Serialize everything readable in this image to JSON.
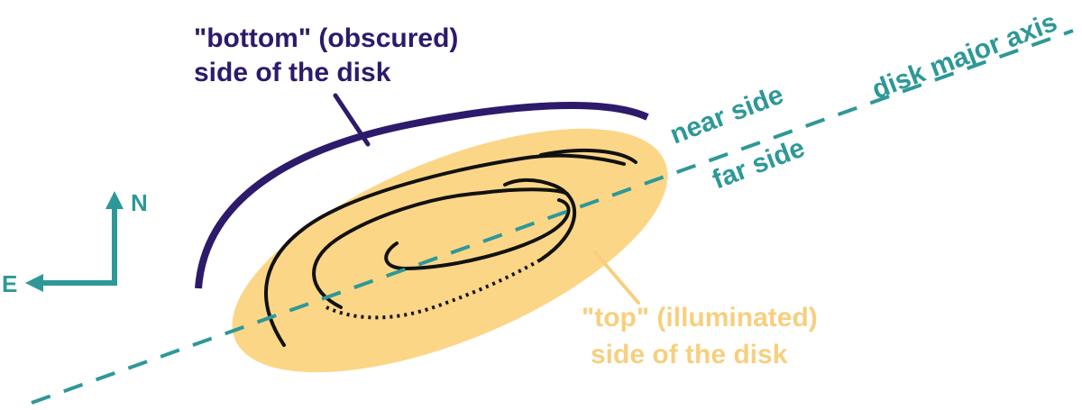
{
  "labels": {
    "bottom_line1": "\"bottom\" (obscured)",
    "bottom_line2": "side of the disk",
    "top_line1": "\"top\" (illuminated)",
    "top_line2": "side of the disk",
    "near_side": "near side",
    "far_side": "far side",
    "major_axis": "disk major axis"
  },
  "compass": {
    "north": "N",
    "east": "E"
  },
  "colors": {
    "disk_fill": "#fcd687",
    "bottom_side": "#2e1a6b",
    "axis": "#2e9898",
    "top_label": "#f6d07f",
    "spiral": "#111111"
  }
}
